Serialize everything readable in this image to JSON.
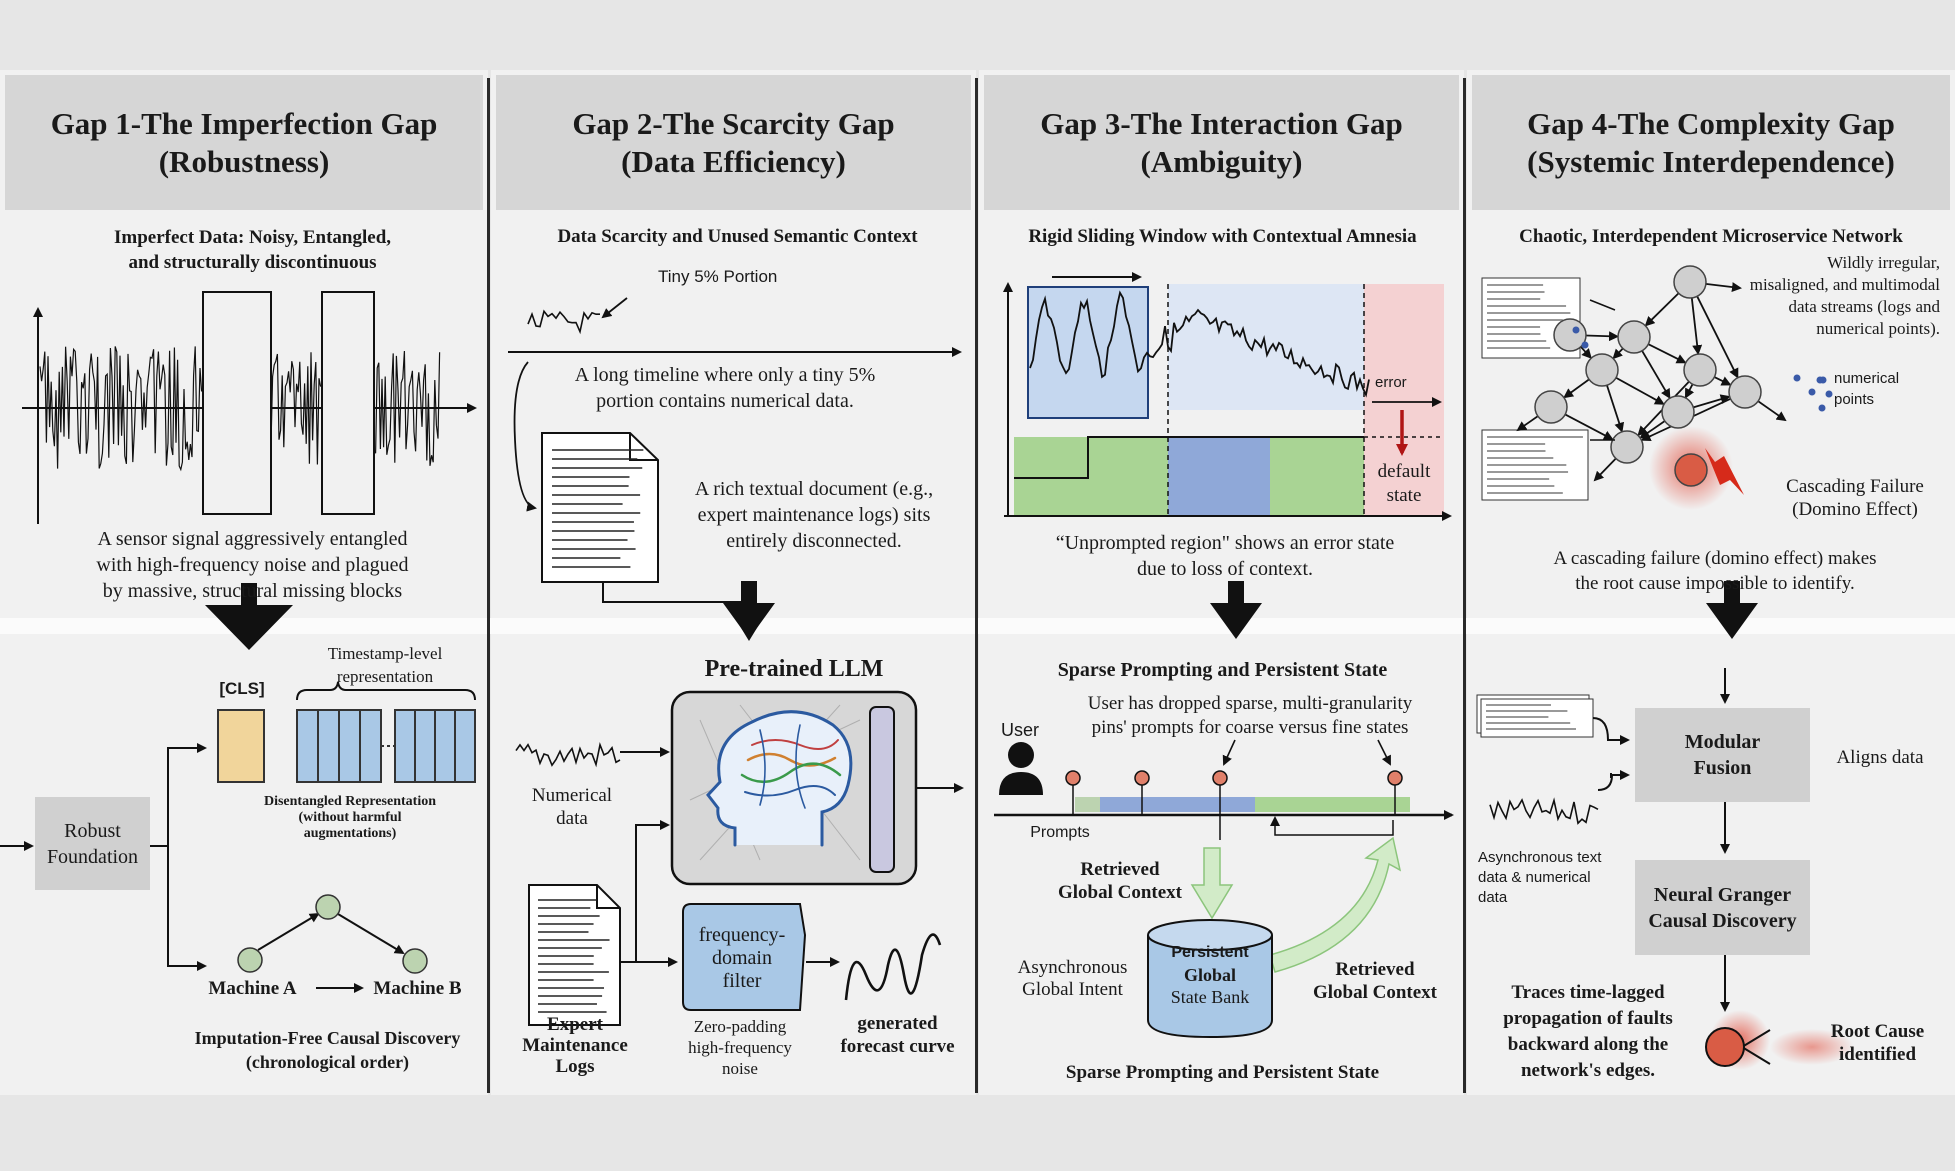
{
  "gaps": [
    {
      "title_line1": "Gap 1-The Imperfection Gap",
      "title_line2": "(Robustness)",
      "subtitle_line1": "Imperfect Data: Noisy, Entangled,",
      "subtitle_line2": "and structurally discontinuous",
      "caption_line1": "A sensor signal aggressively entangled",
      "caption_line2": "with high-frequency noise and plagued",
      "caption_line3": "by massive, structural missing blocks",
      "timestamp_label_line1": "Timestamp-level",
      "timestamp_label_line2": "representation",
      "cls_label": "[CLS]",
      "robust_line1": "Robust",
      "robust_line2": "Foundation",
      "disentangled_line1": "Disentangled Representation",
      "disentangled_line2": "(without harmful",
      "disentangled_line3": "augmentations)",
      "machine_a": "Machine A",
      "machine_b": "Machine B",
      "bottom_line1": "Imputation-Free Causal Discovery",
      "bottom_line2": "(chronological order)"
    },
    {
      "title_line1": "Gap 2-The Scarcity Gap",
      "title_line2": "(Data Efficiency)",
      "subtitle": "Data Scarcity and Unused Semantic Context",
      "tiny_label": "Tiny 5% Portion",
      "timeline_line1": "A long timeline where only a tiny 5%",
      "timeline_line2": "portion contains numerical data.",
      "doc_line1": "A rich textual document (e.g.,",
      "doc_line2": "expert maintenance logs) sits",
      "doc_line3": "entirely disconnected.",
      "llm_title": "Pre-trained LLM",
      "numerical_line1": "Numerical",
      "numerical_line2": "data",
      "expert_line1": "Expert",
      "expert_line2": "Maintenance",
      "expert_line3": "Logs",
      "filter_line1": "frequency-",
      "filter_line2": "domain",
      "filter_line3": "filter",
      "zero_line1": "Zero-padding",
      "zero_line2": "high-frequency",
      "zero_line3": "noise",
      "forecast_line1": "generated",
      "forecast_line2": "forecast curve"
    },
    {
      "title_line1": "Gap 3-The Interaction Gap",
      "title_line2": "(Ambiguity)",
      "subtitle": "Rigid Sliding Window with Contextual Amnesia",
      "error_label": "error",
      "default_line1": "default",
      "default_line2": "state",
      "unprompted_line1": "“Unprompted region\" shows an error state",
      "unprompted_line2": "due to loss of context.",
      "sparse_title": "Sparse Prompting and Persistent State",
      "user_line1": "User has dropped sparse, multi-granularity",
      "user_line2": "pins' prompts for coarse versus fine states",
      "user_label": "User",
      "prompts_label": "Prompts",
      "retrieved_left_line1": "Retrieved",
      "retrieved_left_line2": "Global Context",
      "async_line1": "Asynchronous",
      "async_line2": "Global Intent",
      "bank_line1": "Persistent",
      "bank_line2": "Global",
      "bank_line3": "State Bank",
      "retrieved_right_line1": "Retrieved",
      "retrieved_right_line2": "Global Context",
      "bottom": "Sparse Prompting and Persistent State"
    },
    {
      "title_line1": "Gap 4-The Complexity Gap",
      "title_line2": "(Systemic Interdependence)",
      "subtitle": "Chaotic, Interdependent Microservice Network",
      "wild_line1": "Wildly irregular,",
      "wild_line2": "misaligned, and multimodal",
      "wild_line3": "data streams (logs and",
      "wild_line4": "numerical points).",
      "numerical_line1": "numerical",
      "numerical_line2": "points",
      "cascade_line1": "Cascading Failure",
      "cascade_line2": "(Domino Effect)",
      "caption_line1": "A cascading failure (domino effect) makes",
      "caption_line2": "the root cause impossible to identify.",
      "fusion_line1": "Modular",
      "fusion_line2": "Fusion",
      "aligns": "Aligns data",
      "async_line1": "Asynchronous text",
      "async_line2": "data & numerical",
      "async_line3": "data",
      "granger_line1": "Neural Granger",
      "granger_line2": "Causal Discovery",
      "traces_line1": "Traces time-lagged",
      "traces_line2": "propagation of faults",
      "traces_line3": "backward along the",
      "traces_line4": "network's edges.",
      "root_line1": "Root Cause",
      "root_line2": "identified"
    }
  ]
}
